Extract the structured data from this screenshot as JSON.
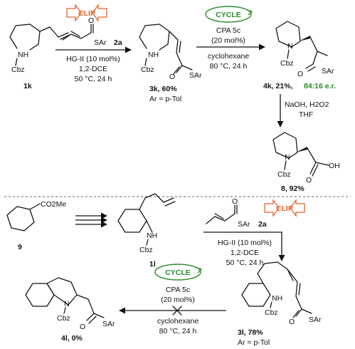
{
  "colors": {
    "clip": "#e8632a",
    "cycle": "#2b8a2b",
    "ink": "#111111"
  },
  "tags": {
    "clip": "CLIP",
    "cycle": "CYCLE"
  },
  "compounds": {
    "c1k": "1k",
    "c3k": "3k, 60%",
    "c4k_yield": "4k, 21%,",
    "c4k_er": "84:16 e.r.",
    "c8": "8, 92%",
    "c9": "9",
    "c1l": "1l",
    "c3l": "3l, 78%",
    "c4l": "4l, 0%"
  },
  "atoms": {
    "NH": "NH",
    "N": "N",
    "Cbz": "Cbz",
    "O": "O",
    "SAr": "SAr",
    "OH": "OH",
    "CO2Me": "CO2Me"
  },
  "reagents": {
    "thioester_label": "2a",
    "hg": "HG-II (10 mol%)",
    "dce": "1,2-DCE",
    "temp50": "50 °C, 24 h",
    "ar": "Ar = p-Tol",
    "cpa": "CPA 5c",
    "cpa_loading": "(20 mol%)",
    "solvent": "cyclohexane",
    "temp80": "80 °C, 24 h",
    "base": "NaOH, H2O2",
    "thf": "THF"
  }
}
